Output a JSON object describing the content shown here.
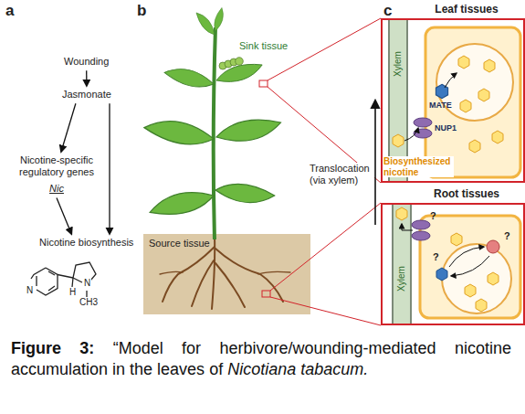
{
  "diagram": {
    "caption": "Figure 3: “Model for herbivore/wounding-mediated nicotine accumulation in the leaves of Nicotiana tabacum.",
    "nodes": [
      {
        "text": [
          "Wounding"
        ]
      },
      {
        "text": [
          "Jasmonate"
        ]
      },
      {
        "text": [
          "Nicotine-specific regulatory genes",
          "Nic"
        ]
      },
      {
        "text": [
          "Nicotine biosynthesis"
        ]
      },
      {
        "text": [
          "Leaf tissues"
        ]
      },
      {
        "text": [
          "Root tissues"
        ]
      },
      {
        "text": [
          "Source tissue"
        ]
      }
    ],
    "edges": [
      {
        "from": 0,
        "to": 1,
        "arrow": "to"
      },
      {
        "from": 1,
        "to": 2,
        "arrow": "to"
      },
      {
        "from": 1,
        "to": 3,
        "arrow": "to"
      },
      {
        "from": 2,
        "to": 3,
        "arrow": "to"
      }
    ],
    "labels": [
      "a",
      "b",
      "c",
      "Sink tissue",
      "Translocation (via xylem)",
      "Xylem",
      "Biosynthesized nicotine",
      "MATE",
      "NUP1",
      "Xylem",
      "?",
      "?",
      "?",
      "N",
      "H",
      "N",
      "CH3"
    ]
  }
}
